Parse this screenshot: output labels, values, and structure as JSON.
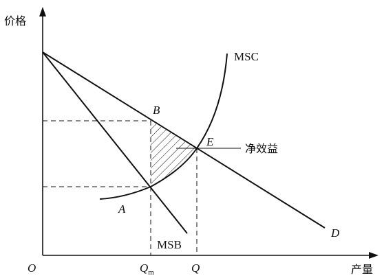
{
  "axes": {
    "y_label": "价格",
    "x_label": "产量",
    "origin": "O"
  },
  "curves": {
    "msc": "MSC",
    "msb": "MSB",
    "demand": "D"
  },
  "points": {
    "a": "A",
    "b": "B",
    "e": "E"
  },
  "x_ticks": {
    "qm_base": "Q",
    "qm_sub": "m",
    "q": "Q"
  },
  "annotation": {
    "net_benefit": "净效益"
  },
  "colors": {
    "ink": "#111111"
  }
}
